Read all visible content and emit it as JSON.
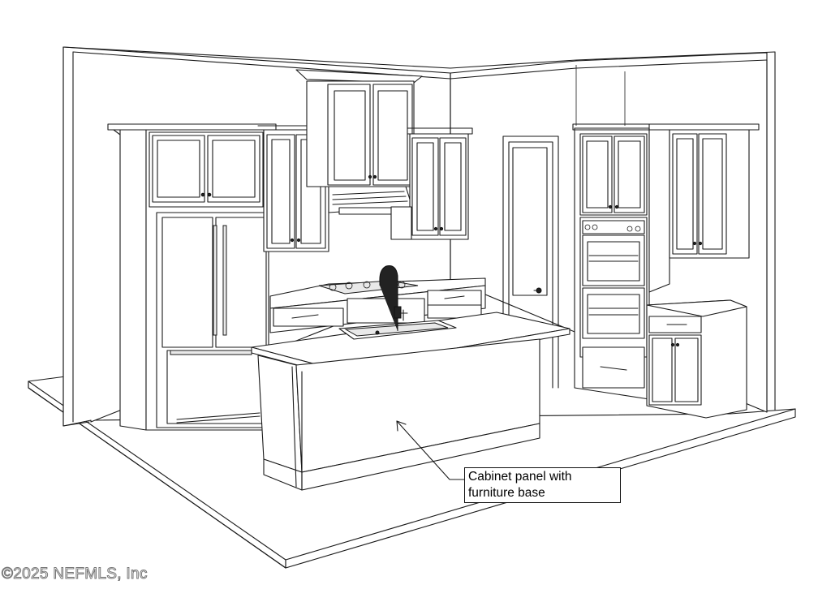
{
  "callout": {
    "line1": "Cabinet panel with",
    "line2": "furniture base"
  },
  "watermark": "©2025 NEFMLS, Inc"
}
